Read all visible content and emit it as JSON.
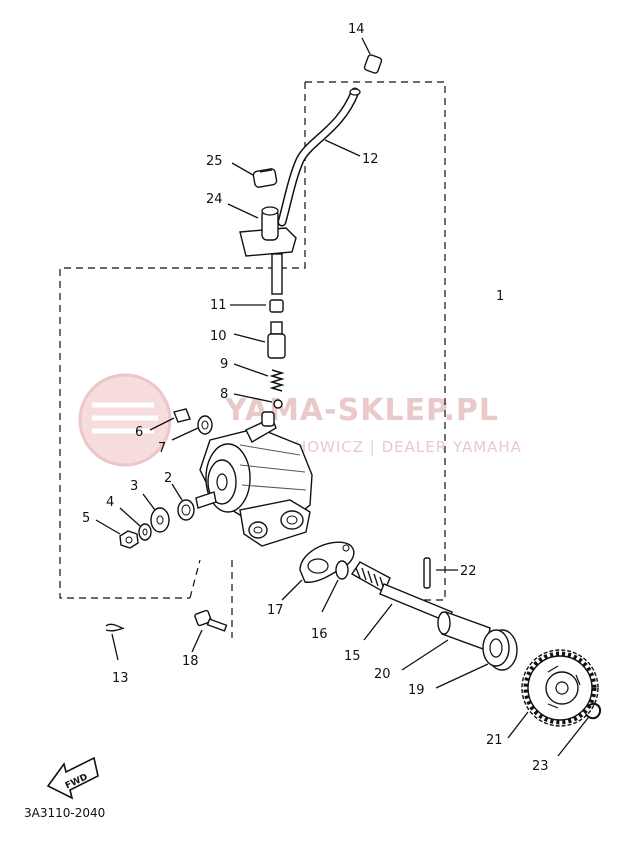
{
  "watermark": {
    "title": "YAMA-SKLEP.PL",
    "subtitle": "W. ...HOWICZ | DEALER YAMAHA"
  },
  "diagram_code": "3A3110-2040",
  "fwd_label": "FWD",
  "callouts": {
    "c1": "1",
    "c2": "2",
    "c3": "3",
    "c4": "4",
    "c5": "5",
    "c6": "6",
    "c7": "7",
    "c8": "8",
    "c9": "9",
    "c10": "10",
    "c11": "11",
    "c12": "12",
    "c13": "13",
    "c14": "14",
    "c15": "15",
    "c16": "16",
    "c17": "17",
    "c18": "18",
    "c19": "19",
    "c20": "20",
    "c21": "21",
    "c22": "22",
    "c23": "23",
    "c24": "24",
    "c25": "25"
  }
}
